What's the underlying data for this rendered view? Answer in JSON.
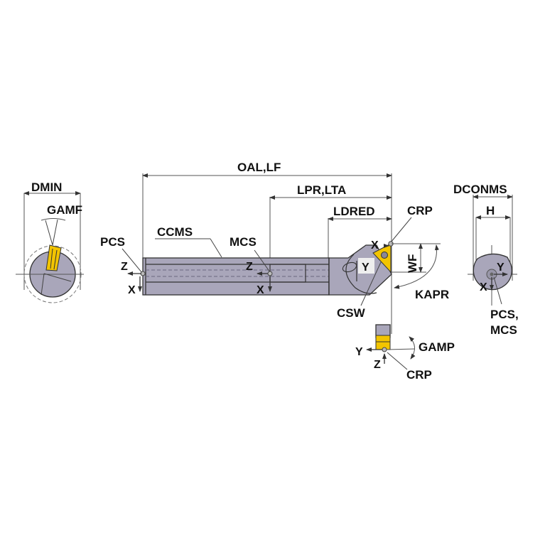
{
  "diagram": {
    "colors": {
      "body": "#a9a6ba",
      "insert": "#f2c400",
      "outline": "#333333",
      "dimension": "#555555"
    },
    "left_view": {
      "dmin": "DMIN",
      "gamf": "GAMF"
    },
    "main_view": {
      "oal_lf": "OAL,LF",
      "lpr_lta": "LPR,LTA",
      "ldred": "LDRED",
      "crp": "CRP",
      "ccms": "CCMS",
      "pcs": "PCS",
      "mcs": "MCS",
      "wf": "WF",
      "kapr": "KAPR",
      "csw": "CSW",
      "axes": {
        "pcs_z": "Z",
        "pcs_x": "X",
        "mcs_z": "Z",
        "mcs_x": "X",
        "tip_x": "X",
        "tip_y": "Y"
      }
    },
    "right_view": {
      "dconms": "DCONMS",
      "h": "H",
      "pcs_mcs_line1": "PCS,",
      "pcs_mcs_line2": "MCS",
      "axis_y": "Y",
      "axis_x": "X"
    },
    "bottom_view": {
      "gamp": "GAMP",
      "crp": "CRP",
      "axis_y": "Y",
      "axis_z": "Z"
    }
  }
}
